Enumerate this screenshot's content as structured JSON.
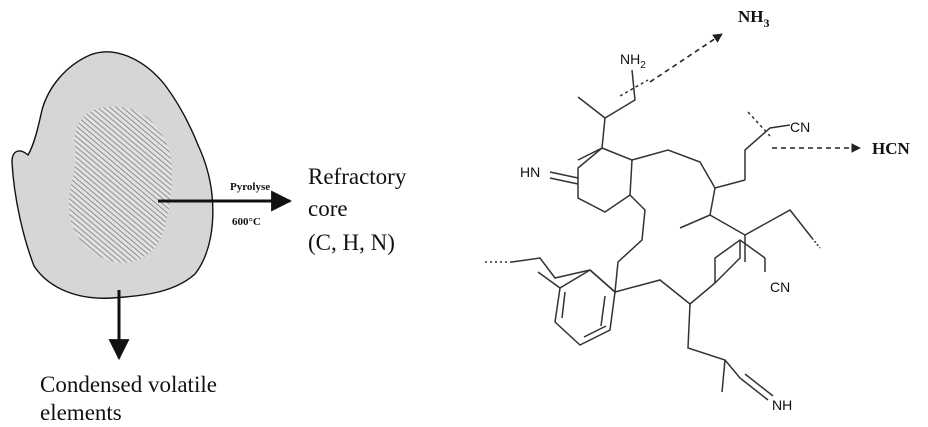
{
  "left": {
    "process": "Pyrolyse",
    "temperature": "600°C",
    "core_label": [
      "Refractory",
      "core",
      "(C, H, N)"
    ],
    "volatile_label": [
      "Condensed volatile",
      "elements"
    ]
  },
  "right": {
    "nh3_label": {
      "main": "NH",
      "sub": "3"
    },
    "hcn_label": "HCN",
    "groups": {
      "nh2": {
        "main": "NH",
        "sub": "2"
      },
      "cn_top": "CN",
      "hn": "HN",
      "cn_bottom": "CN",
      "nh": "NH"
    }
  },
  "colors": {
    "particle_fill": "#d6d6d6",
    "hatch": "#8a8a8a",
    "stroke": "#111111",
    "bond": "#333333"
  }
}
